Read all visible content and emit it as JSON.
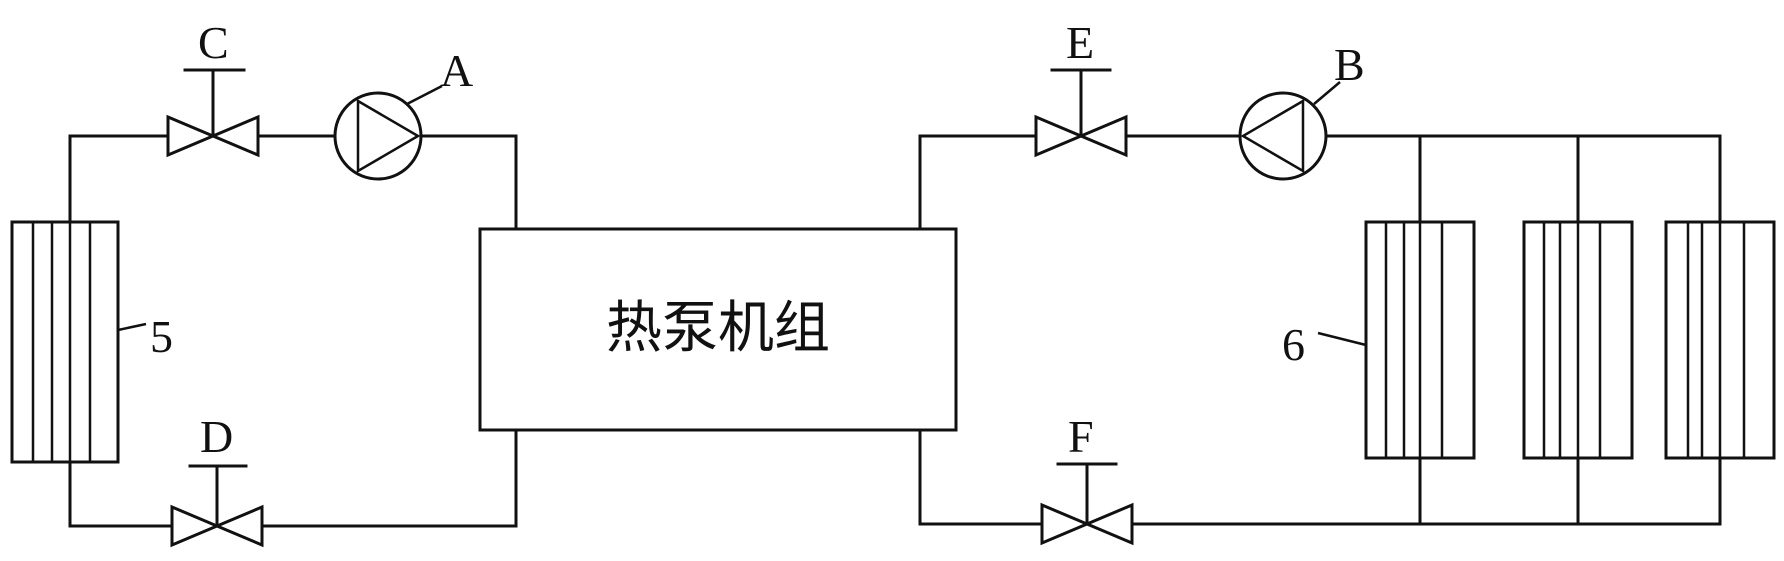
{
  "diagram": {
    "unit_label": "热泵机组",
    "pumps": {
      "a": "A",
      "b": "B"
    },
    "valves": {
      "c": "C",
      "d": "D",
      "e": "E",
      "f": "F"
    },
    "exchangers": {
      "left": "5",
      "right": "6"
    },
    "line_color": "#111111"
  }
}
